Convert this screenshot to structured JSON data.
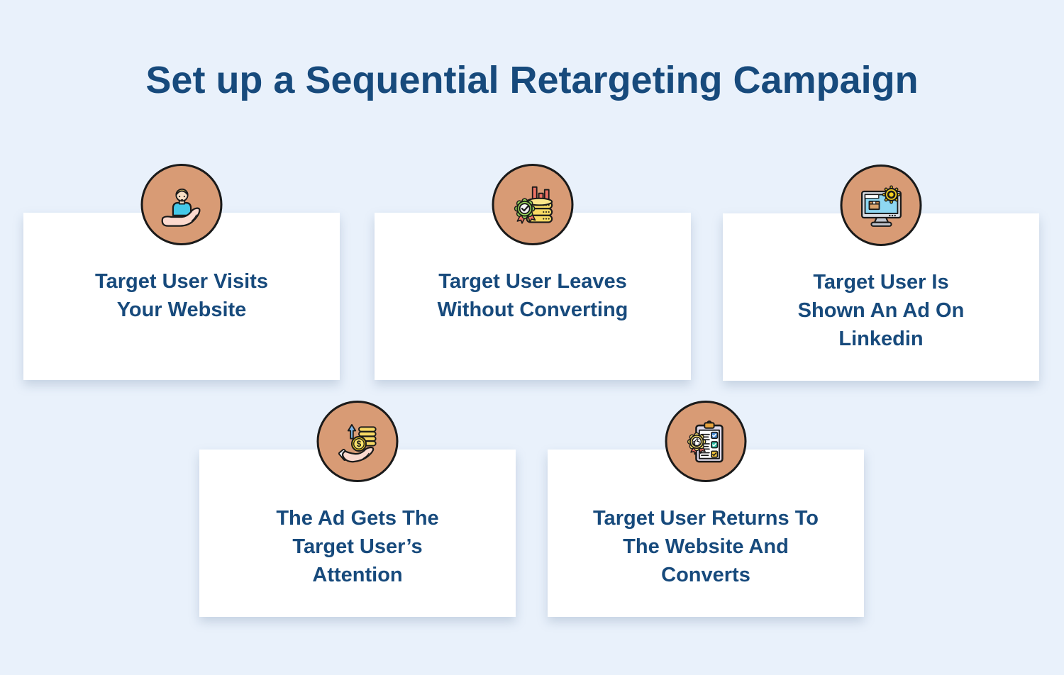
{
  "title": "Set up a Sequential Retargeting Campaign",
  "colors": {
    "background": "#E9F1FB",
    "card_background": "#FFFFFF",
    "heading_text": "#174A7C",
    "step_text": "#174A7C",
    "icon_circle": "#D89B75",
    "icon_outline": "#1A1A1A",
    "icon_yellow": "#F7D964",
    "icon_red": "#EE7265",
    "icon_green": "#9CDB5C",
    "icon_teal_shirt": "#45C8E8",
    "icon_screen_blue": "#8ED7F2",
    "icon_hand_pink": "#FBD9CE"
  },
  "steps": [
    {
      "id": 1,
      "icon": "user-in-hand-icon",
      "label": "Target User Visits\nYour Website"
    },
    {
      "id": 2,
      "icon": "approved-data-icon",
      "label": "Target User Leaves\nWithout Converting"
    },
    {
      "id": 3,
      "icon": "monitor-gear-icon",
      "label": "Target User Is\nShown An Ad On\nLinkedin"
    },
    {
      "id": 4,
      "icon": "coins-in-hand-icon",
      "label": "The Ad Gets The\nTarget User’s\nAttention"
    },
    {
      "id": 5,
      "icon": "checklist-badge-icon",
      "label": "Target User Returns To\nThe Website And\nConverts"
    }
  ]
}
